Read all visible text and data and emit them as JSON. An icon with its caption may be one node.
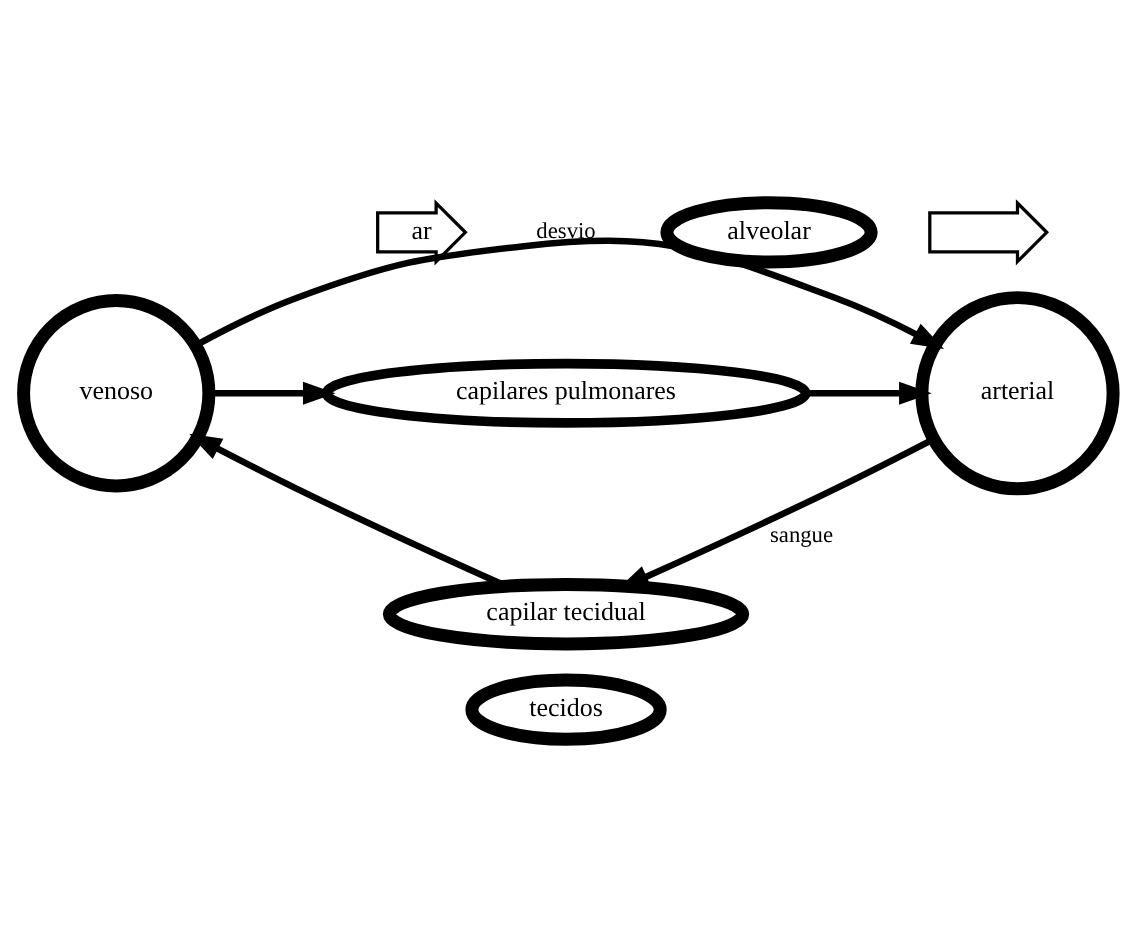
{
  "diagram": {
    "nodes": [
      {
        "text": [
          "ar"
        ]
      },
      {
        "text": [
          "alveolar"
        ]
      },
      {
        "text": [],
        "shape": "arrow"
      },
      {
        "text": [
          "venoso"
        ]
      },
      {
        "text": [
          "capilares pulmonares"
        ]
      },
      {
        "text": [
          "arterial"
        ]
      },
      {
        "text": [
          "capilar tecidual"
        ]
      },
      {
        "text": [
          "tecidos"
        ]
      }
    ],
    "edges": [
      {
        "from": 3,
        "to": 4,
        "arrow": "to"
      },
      {
        "from": 4,
        "to": 5,
        "arrow": "to"
      },
      {
        "from": 3,
        "to": 5,
        "arrow": "to",
        "label": "desvio"
      },
      {
        "from": 5,
        "to": 6,
        "arrow": "to",
        "label": "sangue"
      },
      {
        "from": 6,
        "to": 3,
        "arrow": "to"
      }
    ]
  }
}
